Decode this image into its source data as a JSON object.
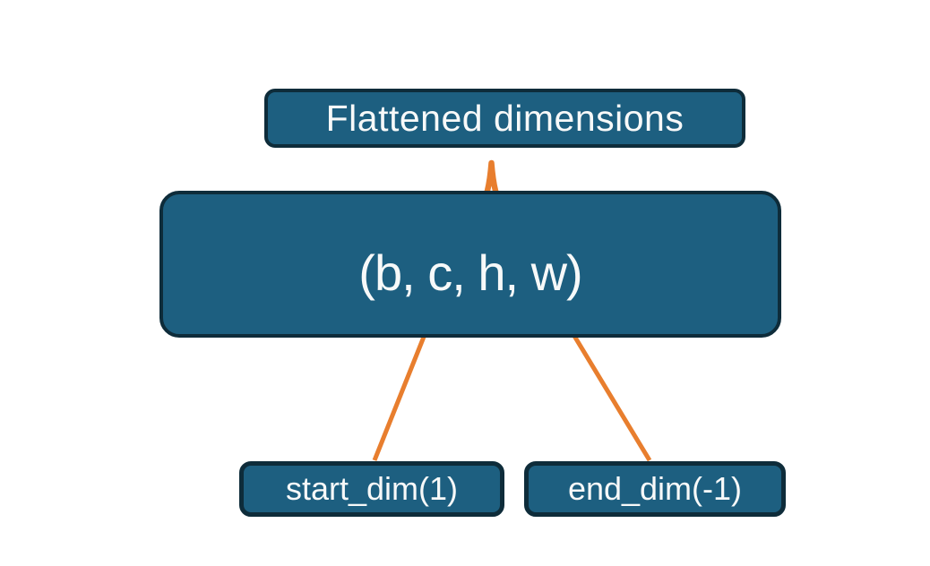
{
  "diagram": {
    "title_box": {
      "label": "Flattened dimensions"
    },
    "tensor_box": {
      "label": "(b, c, h, w)"
    },
    "start_dim_box": {
      "label": "start_dim(1)"
    },
    "end_dim_box": {
      "label": "end_dim(-1)"
    },
    "icons": {
      "brace": "curly-brace-connector",
      "left_arrow": "arrow-up-right",
      "right_arrow": "arrow-up-left"
    },
    "colors": {
      "background": "#ffffff",
      "box_fill": "#1d5f80",
      "box_border": "#0e2c3a",
      "accent_orange": "#e87e2e",
      "text": "#f7f9f9"
    }
  }
}
